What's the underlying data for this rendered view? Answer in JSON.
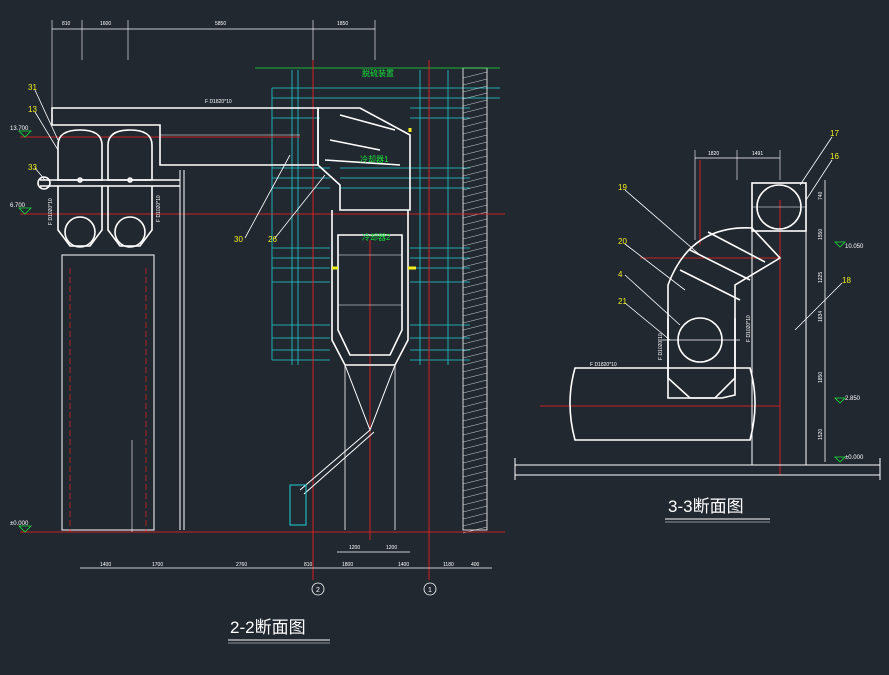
{
  "section22": {
    "title": "2-2断面图",
    "top_dims": [
      "810",
      "1600",
      "5850",
      "1850"
    ],
    "bottom_dims": [
      "1400",
      "1700",
      "2760",
      "810",
      "1800",
      "1400",
      "1180",
      "400"
    ],
    "mid_dims": [
      "1200",
      "1200"
    ],
    "pipe_label": "F D1820*10",
    "vert_pipe_left": "F D1020*10",
    "vert_pipe_right": "F D1020*10",
    "green_label_top": "脱硫装置",
    "green_label_mid": "冷却器1",
    "green_label_low": "冷却器2",
    "axis_2": "2",
    "axis_1": "1",
    "elev_left_1": "13.700",
    "elev_left_2": "6.700",
    "elev_ground": "±0.000",
    "callouts": [
      "31",
      "13",
      "33",
      "30",
      "26"
    ]
  },
  "section33": {
    "title": "3-3断面图",
    "top_dims": [
      "1820",
      "1491"
    ],
    "right_dims": [
      "740",
      "1550",
      "1225",
      "1834",
      "1850",
      "1520"
    ],
    "pipe_label": "F D1820*10",
    "vert_pipe_left": "F D1020*10",
    "vert_pipe_right": "F D1020*10",
    "elev_1": "10.050",
    "elev_2": "2.850",
    "elev_3": "±0.000",
    "callouts": [
      "17",
      "16",
      "19",
      "20",
      "4",
      "21",
      "18"
    ]
  },
  "colors": {
    "background": "#212830",
    "structure": "#ffffff",
    "axis": "#ff2020",
    "grid": "#1fd0d6",
    "label": "#f2ef1e",
    "note": "#19e03a"
  }
}
